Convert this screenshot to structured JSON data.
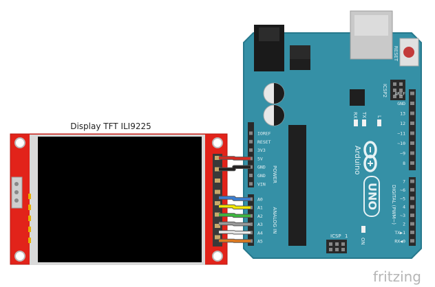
{
  "display": {
    "title": "Display TFT ILI9225"
  },
  "board": {
    "brand": "Arduino",
    "model": "UNO",
    "reset_label": "RESET",
    "icsp2_label": "ICSP2",
    "icsp_label": "ICSP",
    "icsp_pin1": "1",
    "on_label": "ON",
    "rx_label": "RX",
    "tx_label": "TX",
    "l_label": "L",
    "power_label": "POWER",
    "analog_label": "ANALOG IN",
    "digital_label": "DIGITAL (PWM~)",
    "power_pins": [
      "IOREF",
      "RESET",
      "3V3",
      "5V",
      "GND",
      "GND",
      "VIN"
    ],
    "analog_pins": [
      "A0",
      "A1",
      "A2",
      "A3",
      "A4",
      "A5"
    ],
    "digital_top_pins": [
      "AREF",
      "GND",
      "13",
      "12",
      "~11",
      "~10",
      "~9",
      "8"
    ],
    "digital_bottom_pins": [
      "7",
      "~6",
      "~5",
      "4",
      "~3",
      "2",
      "TX▶1",
      "RX◀0"
    ]
  },
  "wires": [
    {
      "from": "5V",
      "color": "#d62a21"
    },
    {
      "from": "GND",
      "color": "#222222"
    },
    {
      "from": "A0",
      "color": "#3b7fd4"
    },
    {
      "from": "A1",
      "color": "#f2e600"
    },
    {
      "from": "A2",
      "color": "#3db83f"
    },
    {
      "from": "A3",
      "color": "#9a9a9a"
    },
    {
      "from": "A4",
      "color": "#e8e8e8"
    },
    {
      "from": "A5",
      "color": "#e07a1f"
    }
  ],
  "colors": {
    "board": "#3590a6",
    "board_edge": "#26788c",
    "display_pcb": "#e2231a",
    "screen": "#000000"
  },
  "footer": {
    "brand": "fritzing"
  }
}
